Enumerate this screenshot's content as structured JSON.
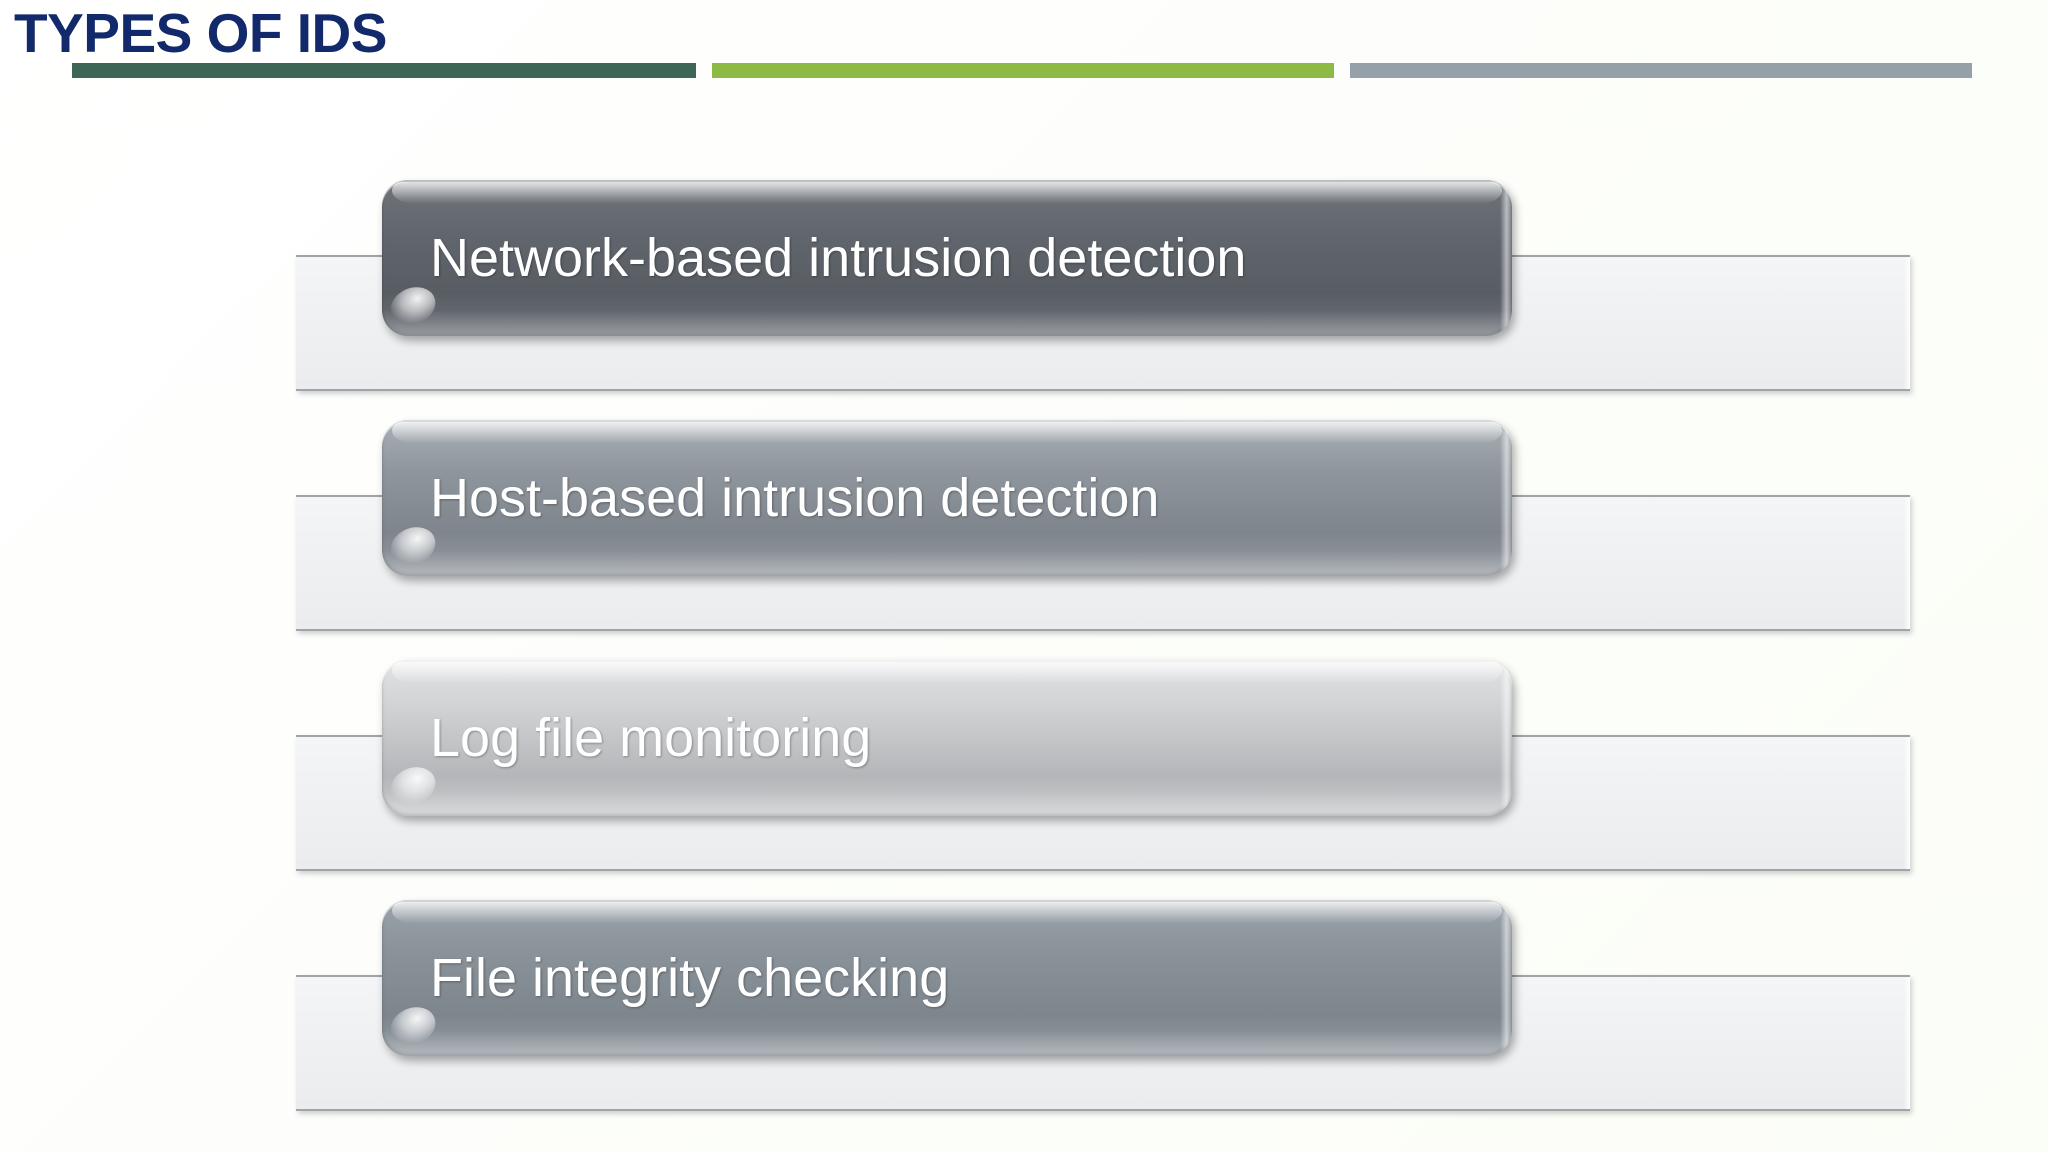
{
  "slide": {
    "title": "TYPES OF IDS",
    "title_color": "#12296b",
    "background_color": "#ffffff"
  },
  "title_rules": [
    {
      "name": "dark-green-rule",
      "color": "#3d6656"
    },
    {
      "name": "olive-green-rule",
      "color": "#8cba45"
    },
    {
      "name": "gray-rule",
      "color": "#96a0a8"
    }
  ],
  "items": [
    {
      "label": "Network-based intrusion detection",
      "pill_color_top": "#6f747b",
      "pill_color_bottom": "#585d64",
      "plate_color": "#eef0f1",
      "text_color": "#ffffff"
    },
    {
      "label": "Host-based intrusion detection",
      "pill_color_top": "#a9b0b6",
      "pill_color_bottom": "#7e858c",
      "plate_color": "#eef0f1",
      "text_color": "#ffffff"
    },
    {
      "label": "Log file monitoring",
      "pill_color_top": "#e2e3e5",
      "pill_color_bottom": "#b4b6b9",
      "plate_color": "#eef0f1",
      "text_color": "#ffffff"
    },
    {
      "label": "File integrity checking",
      "pill_color_top": "#9aa2aa",
      "pill_color_bottom": "#7d858d",
      "plate_color": "#eef0f1",
      "text_color": "#ffffff"
    }
  ]
}
